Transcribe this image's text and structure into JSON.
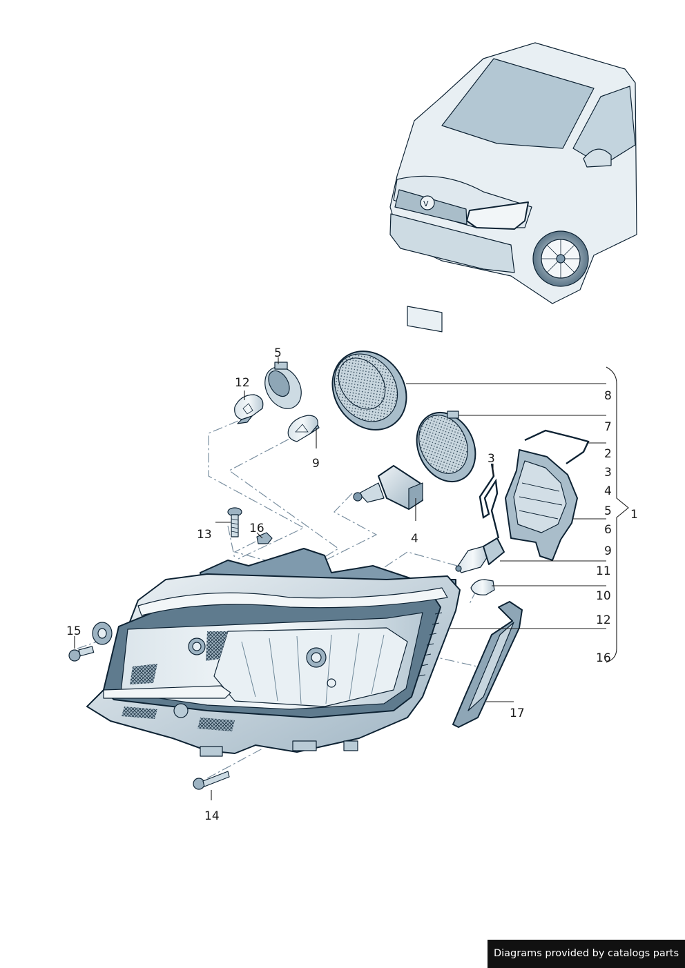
{
  "colors": {
    "part_fill_light": "#e4ecf1",
    "part_fill_mid": "#b9cbd6",
    "part_fill_dark": "#7f9aad",
    "outline": "#0d2233",
    "dash": "#7a8fa0",
    "credit_bg": "#111111",
    "credit_text": "#ffffff"
  },
  "callouts": {
    "top_left": {
      "c12": "12",
      "c5": "5",
      "c9": "9",
      "c3": "3",
      "c4": "4",
      "c13": "13",
      "c16": "16",
      "c15": "15",
      "c14": "14",
      "c17": "17"
    },
    "right_column": [
      "8",
      "7",
      "2",
      "3",
      "4",
      "5",
      "6",
      "9",
      "11",
      "10",
      "12",
      "16"
    ],
    "assembly": "1"
  },
  "footer": {
    "credit": "Diagrams provided by catalogs parts"
  }
}
